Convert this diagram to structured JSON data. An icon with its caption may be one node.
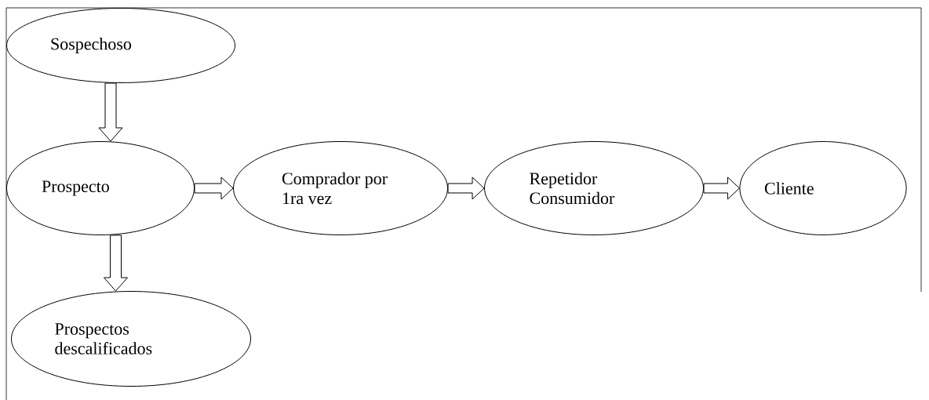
{
  "diagram": {
    "nodes": [
      {
        "text": [
          "Sospechoso"
        ]
      },
      {
        "text": [
          "Prospecto"
        ]
      },
      {
        "text": [
          "Comprador por 1ra vez"
        ]
      },
      {
        "text": [
          "Repetidor Consumidor"
        ]
      },
      {
        "text": [
          "Cliente"
        ]
      },
      {
        "text": [
          "Prospectos descalificados"
        ]
      }
    ],
    "edges": [
      {
        "from": 0,
        "to": 1,
        "arrow": "to"
      },
      {
        "from": 1,
        "to": 2,
        "arrow": "to"
      },
      {
        "from": 2,
        "to": 3,
        "arrow": "to"
      },
      {
        "from": 3,
        "to": 4,
        "arrow": "to"
      },
      {
        "from": 1,
        "to": 5,
        "arrow": "to"
      }
    ]
  }
}
